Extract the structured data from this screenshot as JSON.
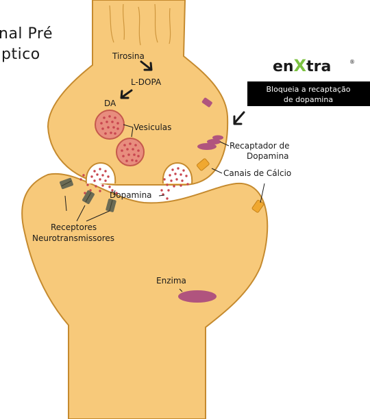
{
  "title": {
    "line1": "nal Pré",
    "line2": "ptico"
  },
  "brand": {
    "name_part1": "en",
    "name_part2": "X",
    "name_part3": "tra",
    "registered_mark": "®"
  },
  "callout": {
    "line1": "Bloqueia a recaptação",
    "line2": "de dopamina"
  },
  "labels": {
    "tirosina": "Tirosina",
    "ldopa": "L-DOPA",
    "da": "DA",
    "vesiculas": "Vesiculas",
    "recaptador_line1": "Recaptador de",
    "recaptador_line2": "Dopamina",
    "canais": "Canais de Cálcio",
    "dopamina": "Dopamina",
    "receptores_line1": "Receptores",
    "receptores_line2": "Neurotransmissores",
    "enzima": "Enzima"
  },
  "colors": {
    "neuron_fill": "#f7c97a",
    "neuron_stroke": "#c58a2e",
    "vesicle_fill": "#e88d7e",
    "dopamine_dot": "#c8464f",
    "receptor": "#6b6b55",
    "calcium_channel": "#f0a830",
    "transporter": "#b0547e",
    "enzyme": "#b0547e",
    "logo_green": "#7cc242",
    "callout_bg": "#000000"
  }
}
